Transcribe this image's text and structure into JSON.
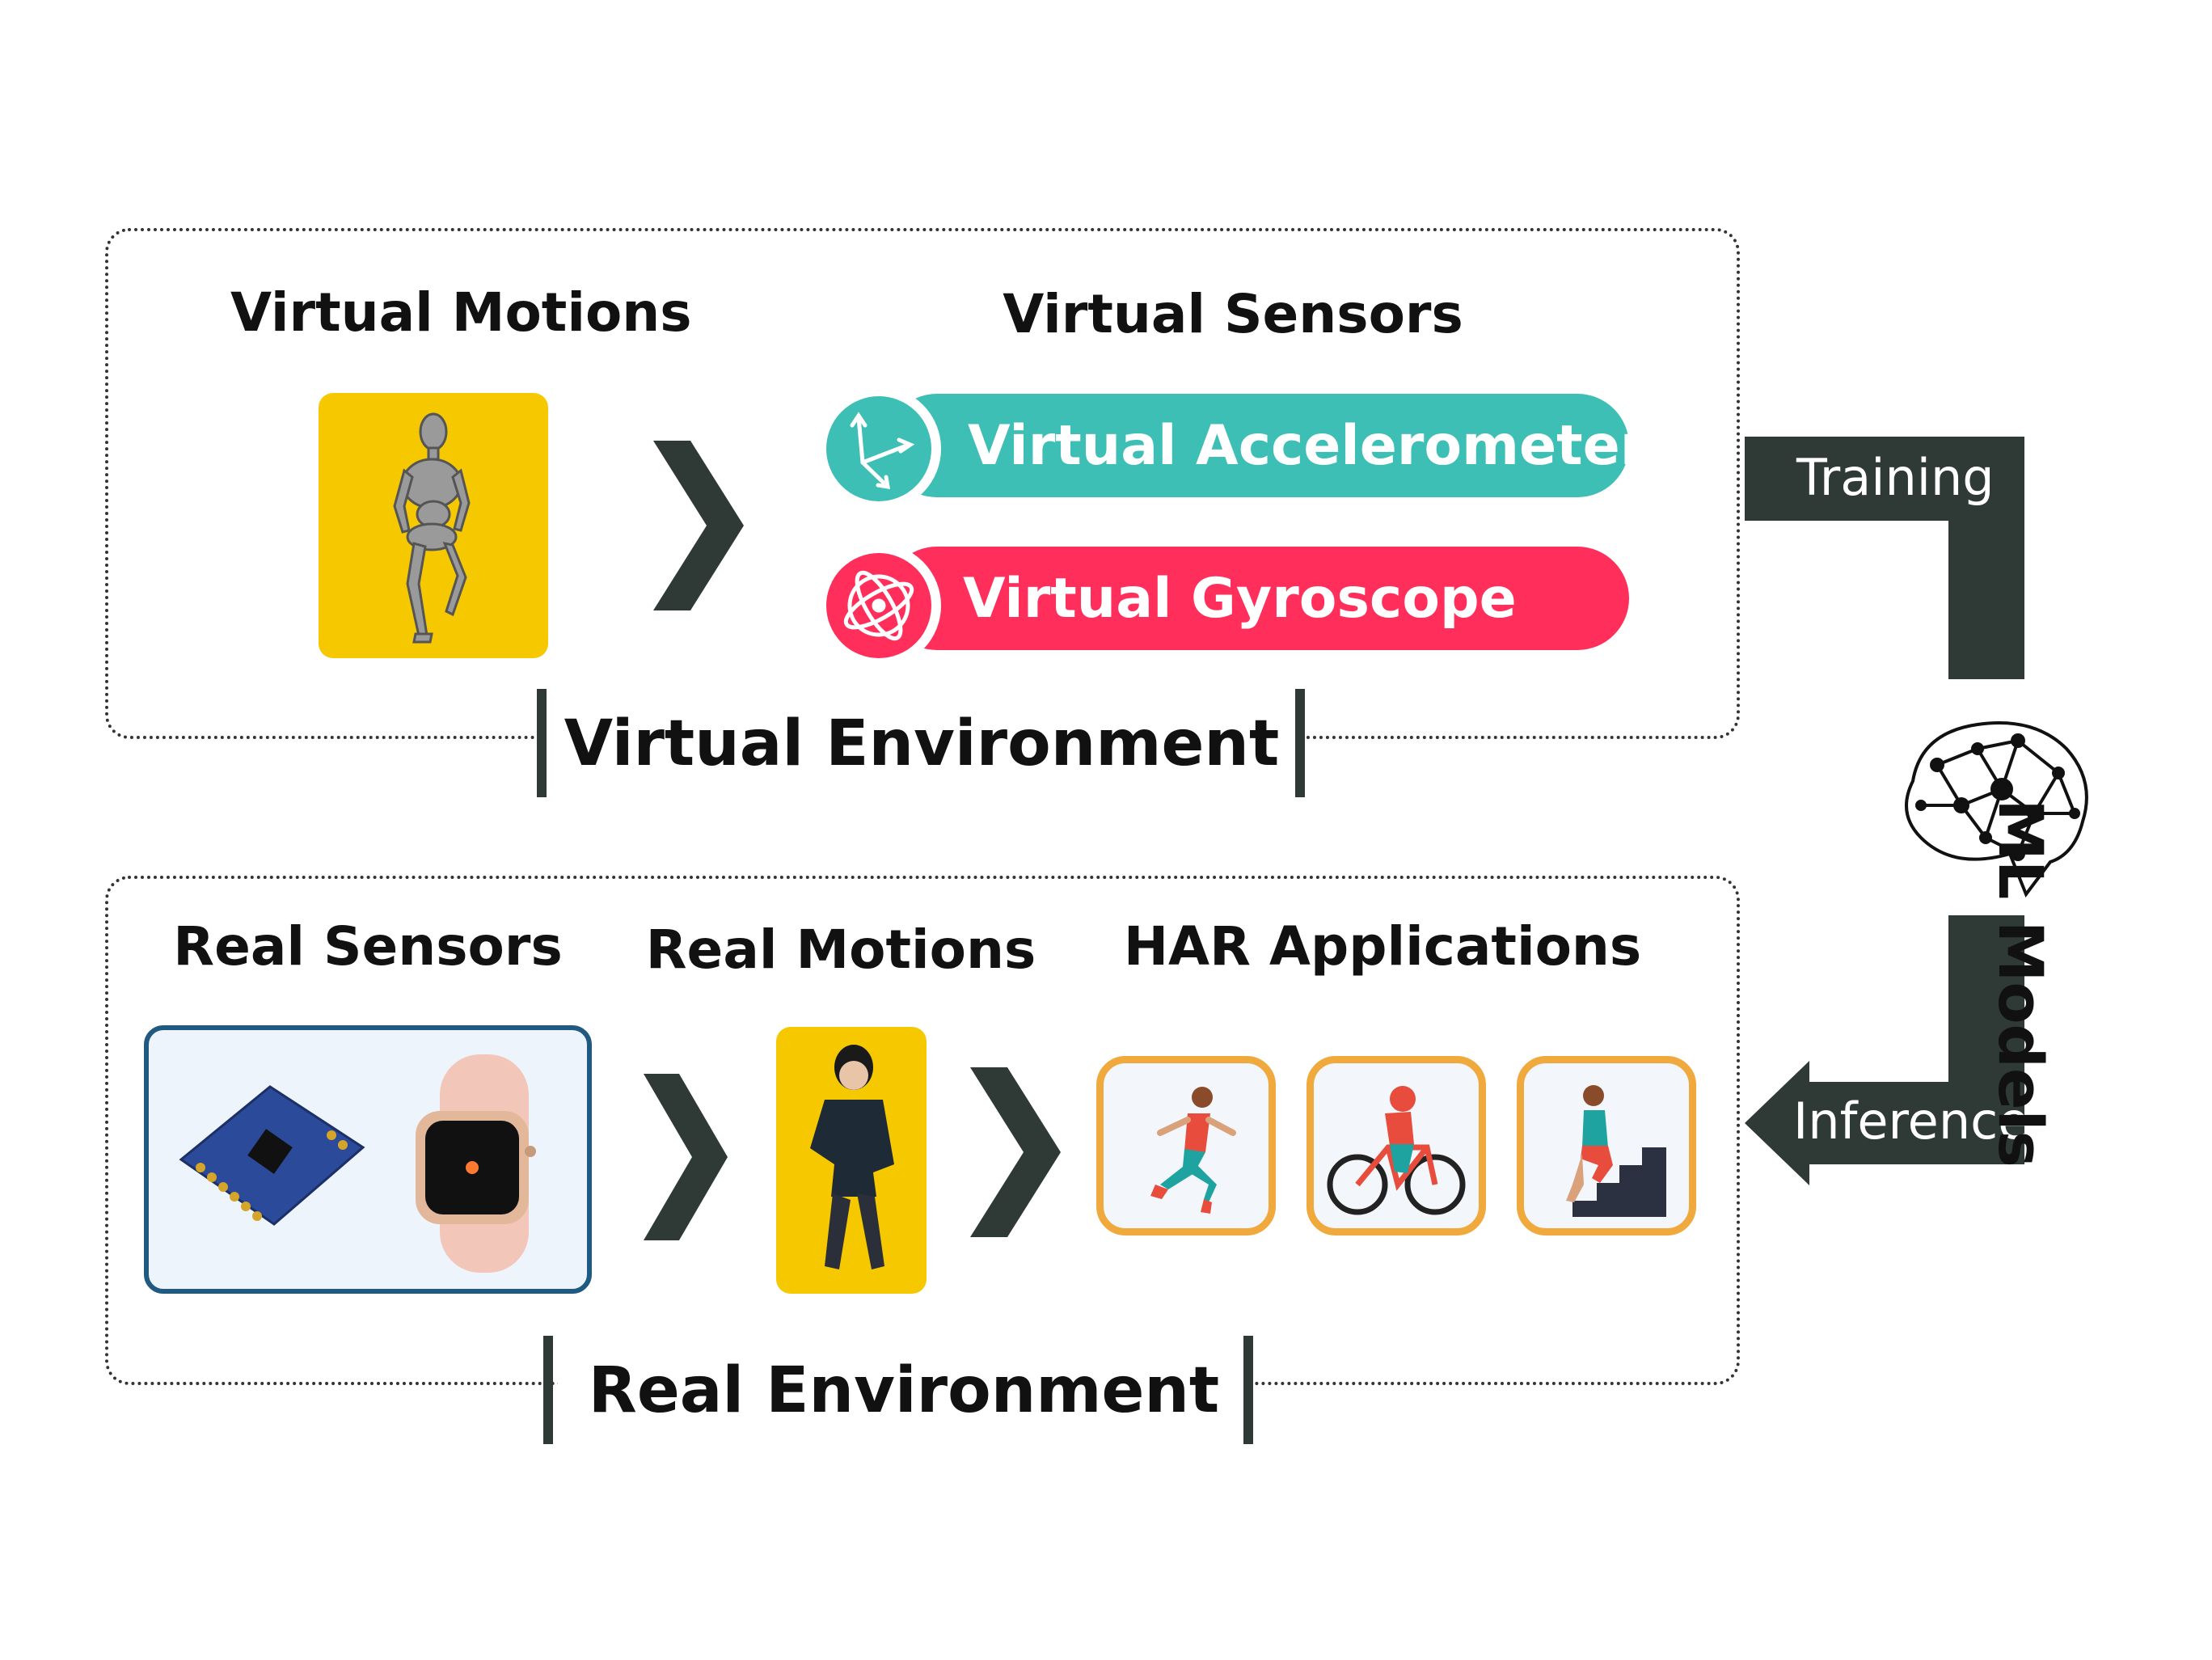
{
  "virtual_env": {
    "label": "Virtual Environment",
    "motions_heading": "Virtual Motions",
    "sensors_heading": "Virtual Sensors",
    "accelerometer_label": "Virtual Accelerometer",
    "gyroscope_label": "Virtual Gyroscope"
  },
  "real_env": {
    "label": "Real Environment",
    "sensors_heading": "Real Sensors",
    "motions_heading": "Real Motions",
    "apps_heading": "HAR Applications"
  },
  "ml": {
    "label": "ML Models",
    "training_label": "Training",
    "inference_label": "Inference"
  },
  "colors": {
    "teal": "#3ebfb5",
    "pink": "#ff2e5a",
    "yellow": "#f5c800",
    "dark": "#2f3a36",
    "orange_border": "#f0a93c",
    "sensor_border": "#215a80"
  },
  "icons": {
    "mannequin": "mannequin-icon",
    "accelerometer": "axes-icon",
    "gyroscope": "gyroscope-icon",
    "brain": "brain-network-icon",
    "imu_board": "imu-board-icon",
    "smartwatch": "smartwatch-icon",
    "running": "running-person-icon",
    "cycling": "cycling-person-icon",
    "stairs": "stairs-person-icon"
  }
}
